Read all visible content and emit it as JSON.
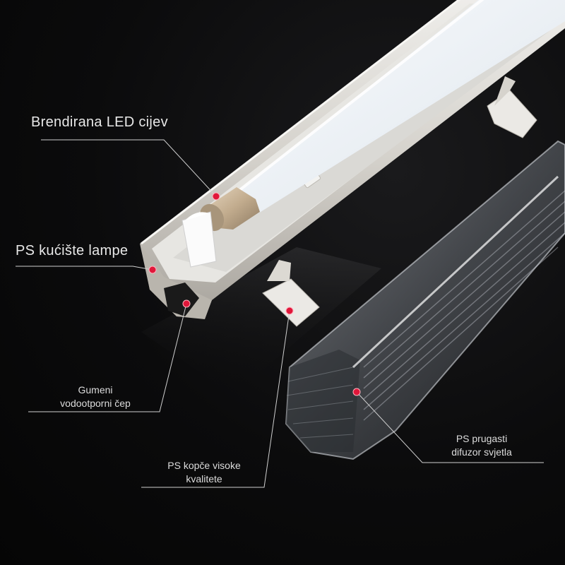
{
  "callouts": {
    "led_tube": {
      "text": "Brendirana LED cijev"
    },
    "housing": {
      "text": "PS kućište lampe"
    },
    "rubber_cap": {
      "line1": "Gumeni",
      "line2": "vodootporni čep"
    },
    "clips": {
      "line1": "PS kopče visoke",
      "line2": "kvalitete"
    },
    "diffuser": {
      "line1": "PS prugasti",
      "line2": "difuzor svjetla"
    }
  },
  "colors": {
    "background": "#0b0b0c",
    "leader_line": "#cfcfcf",
    "marker": "#e0173a",
    "housing": "#d8d6d2",
    "tube": "#eef2f6",
    "end_cap": "#c9b59a"
  }
}
